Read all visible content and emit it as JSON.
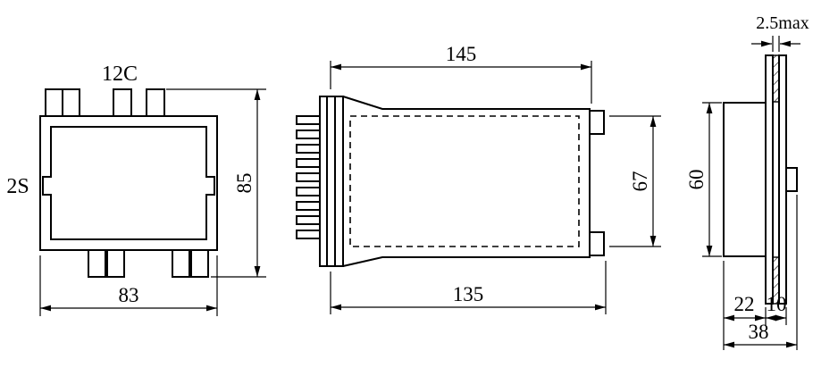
{
  "drawing": {
    "front_view": {
      "top_label": "12C",
      "side_label": "2S",
      "height_dim": "85",
      "width_dim": "83"
    },
    "side_view": {
      "length_top_dim": "145",
      "height_dim": "67",
      "length_bottom_dim": "135"
    },
    "profile_view": {
      "panel_thickness_dim": "2.5max",
      "height_dim": "60",
      "case_depth_dim": "22",
      "rear_depth_dim": "10",
      "total_depth_dim": "38"
    }
  }
}
